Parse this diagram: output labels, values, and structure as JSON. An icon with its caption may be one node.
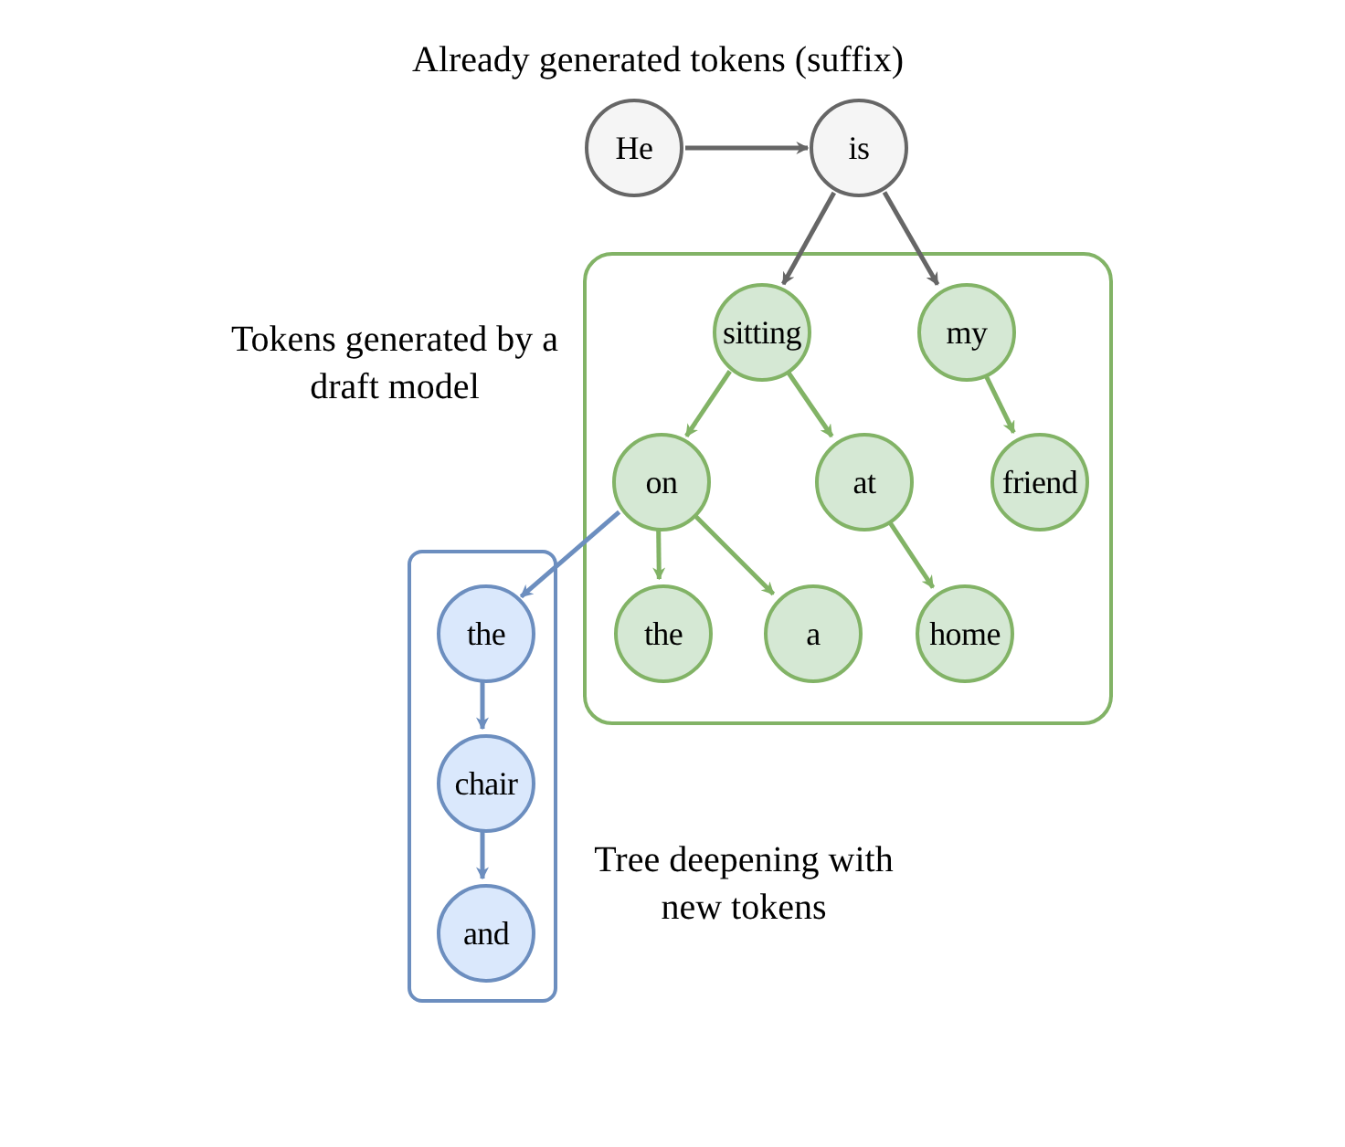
{
  "diagram": {
    "title": "Already generated tokens (suffix)",
    "nodes": [
      {
        "text": [
          "He"
        ]
      },
      {
        "text": [
          "is"
        ]
      },
      {
        "text": [],
        "shape": "box",
        "beside": [
          "Tokens generated by a draft model"
        ]
      },
      {
        "text": [
          "sitting"
        ],
        "in": 2
      },
      {
        "text": [
          "my"
        ],
        "in": 2
      },
      {
        "text": [
          "on"
        ],
        "in": 2
      },
      {
        "text": [
          "at"
        ],
        "in": 2
      },
      {
        "text": [
          "friend"
        ],
        "in": 2
      },
      {
        "text": [
          "the"
        ],
        "in": 2
      },
      {
        "text": [
          "a"
        ],
        "in": 2
      },
      {
        "text": [
          "home"
        ],
        "in": 2
      },
      {
        "text": [],
        "shape": "box",
        "beside": [
          "Tree deepening with new tokens"
        ]
      },
      {
        "text": [
          "the"
        ],
        "in": 11
      },
      {
        "text": [
          "chair"
        ],
        "in": 11
      },
      {
        "text": [
          "and"
        ],
        "in": 11
      }
    ],
    "edges": [
      {
        "from": 0,
        "to": 1,
        "arrow": "to",
        "color": "#666666"
      },
      {
        "from": 1,
        "to": 3,
        "arrow": "to",
        "color": "#666666"
      },
      {
        "from": 1,
        "to": 4,
        "arrow": "to",
        "color": "#666666"
      },
      {
        "from": 3,
        "to": 5,
        "arrow": "to"
      },
      {
        "from": 3,
        "to": 6,
        "arrow": "to"
      },
      {
        "from": 4,
        "to": 7,
        "arrow": "to"
      },
      {
        "from": 5,
        "to": 8,
        "arrow": "to"
      },
      {
        "from": 5,
        "to": 9,
        "arrow": "to"
      },
      {
        "from": 6,
        "to": 10,
        "arrow": "to"
      },
      {
        "from": 5,
        "to": 12,
        "arrow": "to",
        "color": "#6c8ebf"
      },
      {
        "from": 12,
        "to": 13,
        "arrow": "to",
        "color": "#6c8ebf"
      },
      {
        "from": 13,
        "to": 14,
        "arrow": "to",
        "color": "#6c8ebf"
      }
    ]
  }
}
